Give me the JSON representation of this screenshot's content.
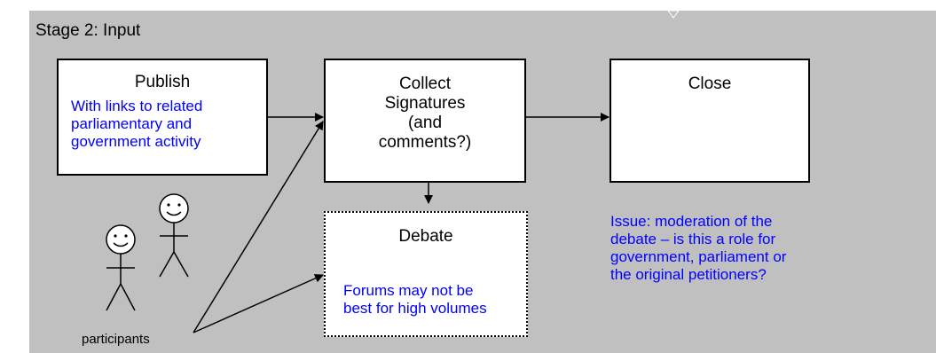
{
  "stage_label": "Stage 2:  Input",
  "colors": {
    "background": "#c0c0c0",
    "box_fill": "#ffffff",
    "stroke": "#000000",
    "note_text": "#0000ff"
  },
  "boxes": {
    "publish": {
      "title": "Publish",
      "note": [
        "With links to related",
        "parliamentary and",
        "government activity"
      ]
    },
    "collect": {
      "title": [
        "Collect",
        "Signatures",
        "(and",
        "comments?)"
      ]
    },
    "close": {
      "title": "Close"
    },
    "debate": {
      "title": "Debate",
      "note": [
        "Forums may not be",
        "best for high volumes"
      ]
    }
  },
  "issue_note": [
    "Issue: moderation of the",
    "debate – is this a role for",
    "government, parliament or",
    "the original petitioners?"
  ],
  "participants_label": "participants",
  "icons": [
    "stick-figure-icon",
    "stick-figure-icon",
    "arrow-down-icon"
  ]
}
